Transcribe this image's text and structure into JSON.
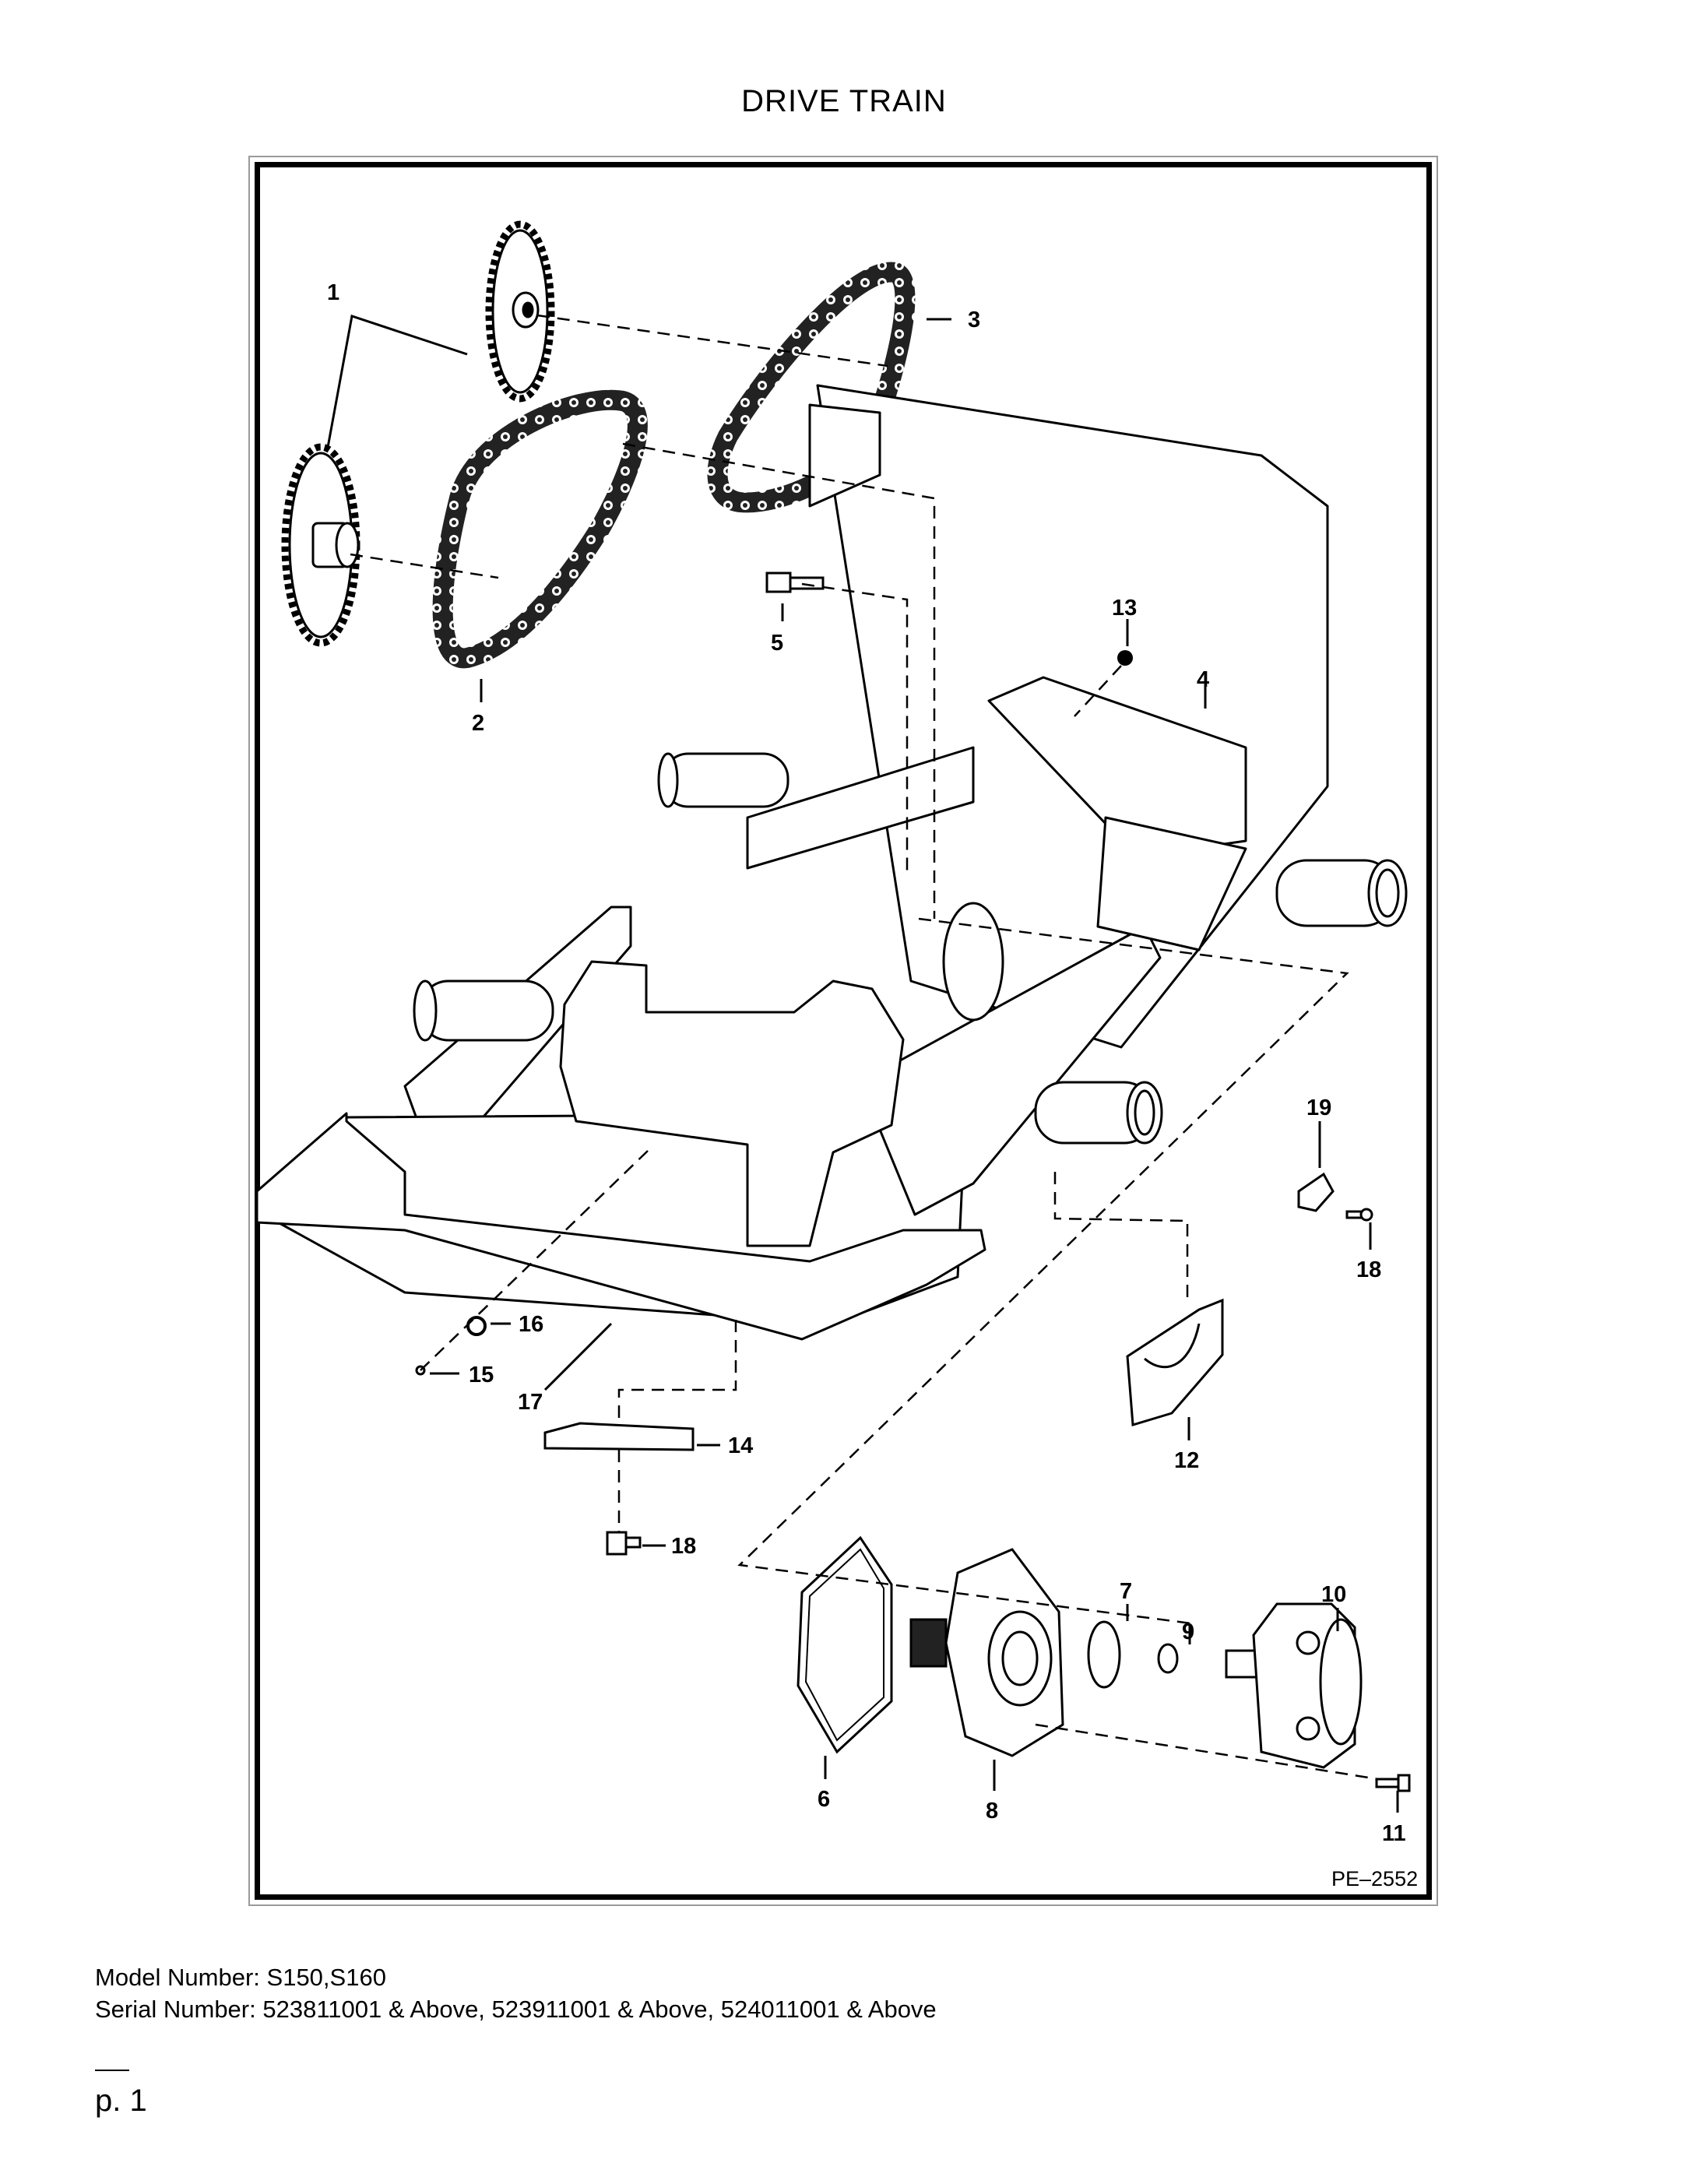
{
  "title": "DRIVE TRAIN",
  "figure": {
    "plate_id": "PE–2552",
    "callouts": [
      {
        "name": "callout-1",
        "label": "1"
      },
      {
        "name": "callout-2",
        "label": "2"
      },
      {
        "name": "callout-3",
        "label": "3"
      },
      {
        "name": "callout-4",
        "label": "4"
      },
      {
        "name": "callout-5",
        "label": "5"
      },
      {
        "name": "callout-6",
        "label": "6"
      },
      {
        "name": "callout-7",
        "label": "7"
      },
      {
        "name": "callout-8",
        "label": "8"
      },
      {
        "name": "callout-9",
        "label": "9"
      },
      {
        "name": "callout-10",
        "label": "10"
      },
      {
        "name": "callout-11",
        "label": "11"
      },
      {
        "name": "callout-12",
        "label": "12"
      },
      {
        "name": "callout-13",
        "label": "13"
      },
      {
        "name": "callout-14",
        "label": "14"
      },
      {
        "name": "callout-15",
        "label": "15"
      },
      {
        "name": "callout-16",
        "label": "16"
      },
      {
        "name": "callout-17",
        "label": "17"
      },
      {
        "name": "callout-18-top",
        "label": "18"
      },
      {
        "name": "callout-18-bottom",
        "label": "18"
      },
      {
        "name": "callout-19",
        "label": "19"
      }
    ]
  },
  "footer": {
    "model": "Model Number: S150,S160",
    "serial": "Serial Number: 523811001 & Above, 523911001 & Above, 524011001 & Above",
    "page": "p. 1"
  }
}
